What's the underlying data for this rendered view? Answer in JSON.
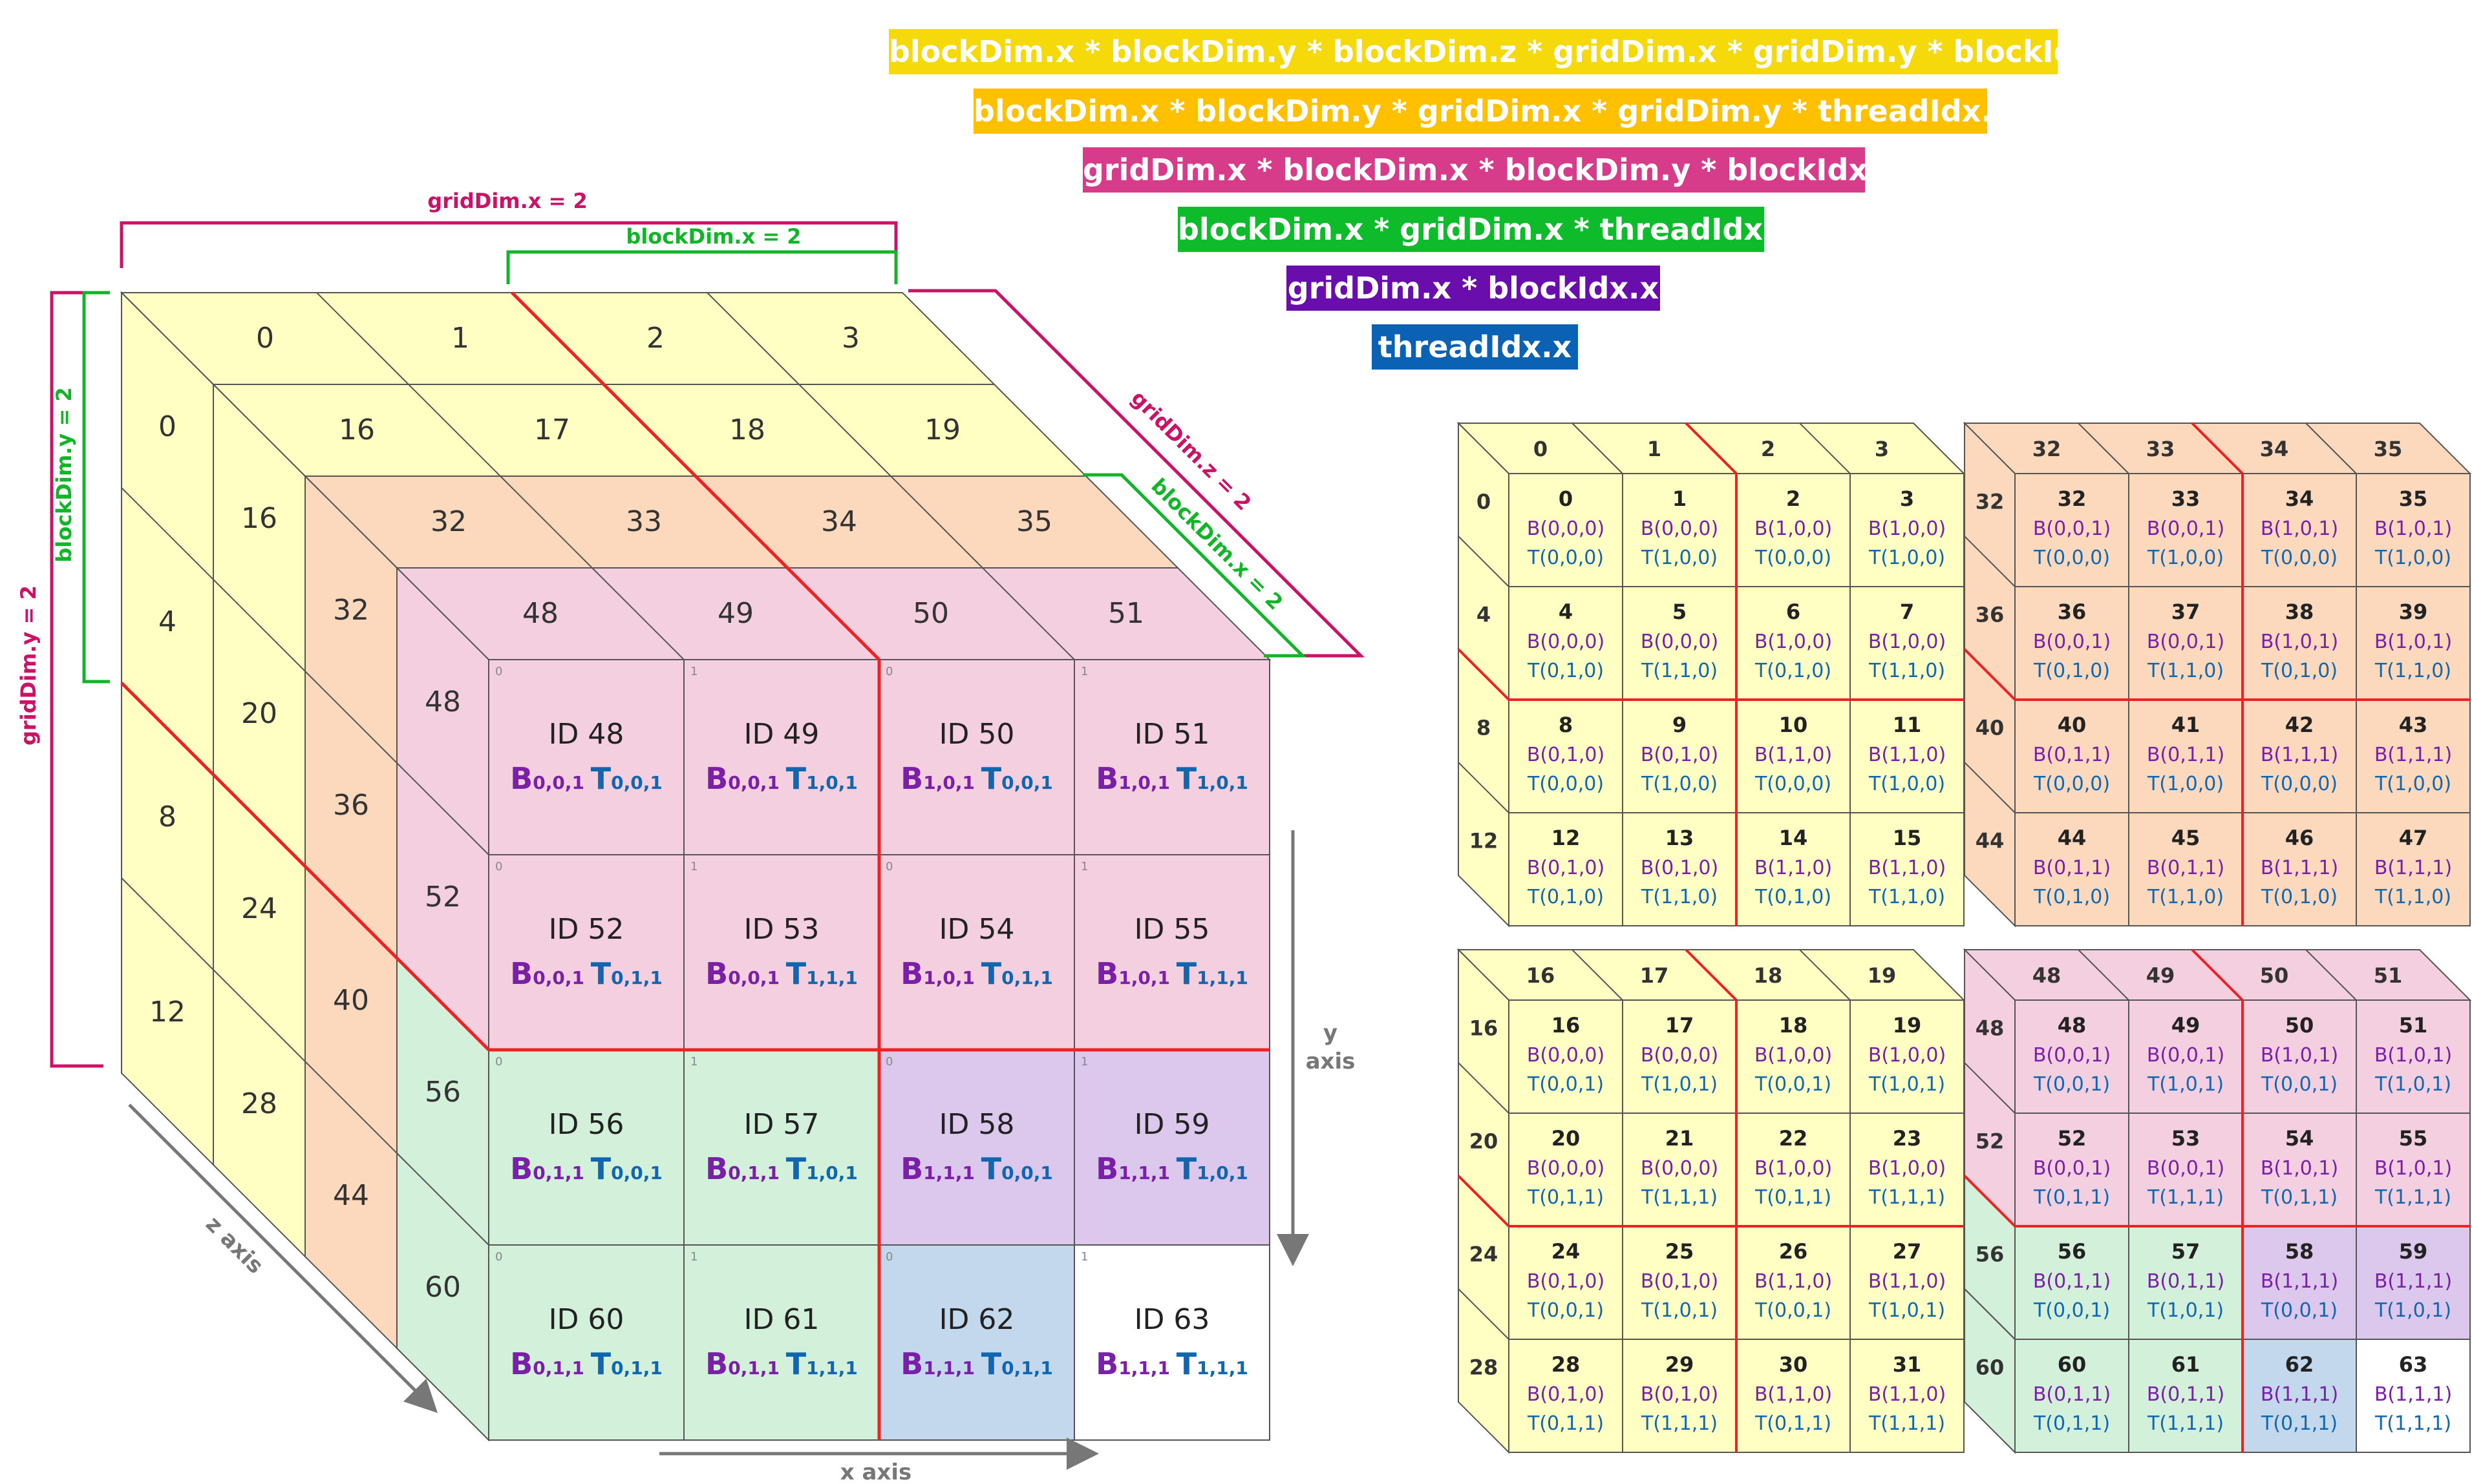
{
  "formulas": [
    {
      "text": "blockDim.x * blockDim.y * blockDim.z * gridDim.x * gridDim.y * blockIdx.z",
      "color": "#f5d90a"
    },
    {
      "text": "blockDim.x * blockDim.y * gridDim.x * gridDim.y * threadIdx.z",
      "color": "#ffc000"
    },
    {
      "text": "gridDim.x * blockDim.x * blockDim.y * blockIdx.y",
      "color": "#d63c8a"
    },
    {
      "text": "blockDim.x * gridDim.x * threadIdx.y",
      "color": "#0dbb2b"
    },
    {
      "text": "gridDim.x * blockIdx.x",
      "color": "#6a0dad"
    },
    {
      "text": "threadIdx.x",
      "color": "#0b62b5"
    }
  ],
  "dims": {
    "grid_x": "gridDim.x = 2",
    "block_x_top": "blockDim.x = 2",
    "grid_y": "gridDim.y = 2",
    "block_y": "blockDim.y = 2",
    "grid_z": "gridDim.z = 2",
    "block_x_side": "blockDim.x = 2"
  },
  "axes": {
    "x": "x axis",
    "y": "y axis",
    "z": "z axis"
  },
  "id_prefix": "ID",
  "colors": {
    "yellow": "#ffffc4",
    "orange": "#fcd9bd",
    "pink": "#f4cfe0",
    "green": "#d3f0db",
    "purple": "#dcc8ec",
    "blue": "#c3d8ec",
    "white": "#ffffff",
    "red": "#ee2222",
    "magenta": "#cc1166",
    "lime": "#12b528",
    "b_label": "#7a1fa8",
    "t_label": "#1166b0",
    "grey": "#777777"
  }
}
